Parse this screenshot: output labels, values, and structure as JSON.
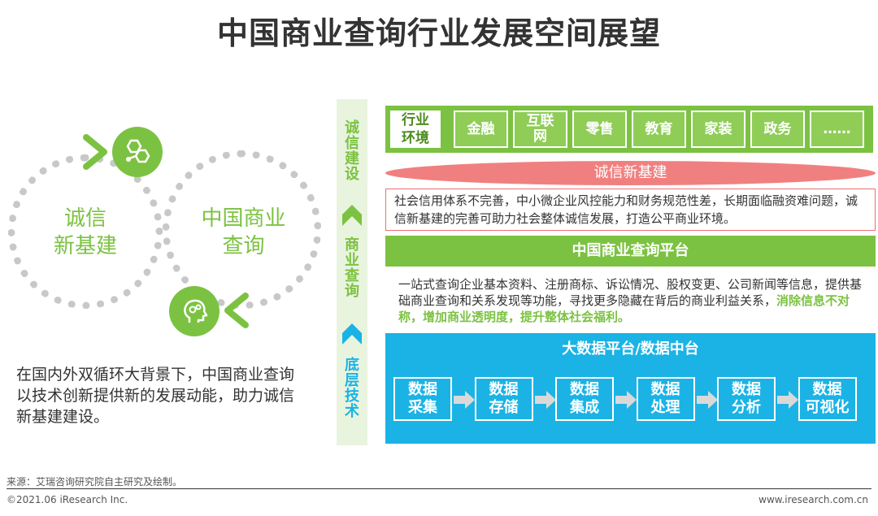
{
  "title": "中国商业查询行业发展空间展望",
  "cycle": {
    "left_text": "诚信\n新基建",
    "right_text": "中国商业\n查询",
    "icons": [
      "hexagon-network-icon",
      "head-gears-icon"
    ]
  },
  "description": "在国内外双循环大背景下，中国商业查询以技术创新提供新的发展动能，助力诚信新基建建设。",
  "vertical_labels": {
    "top": "诚信建设",
    "middle": "商业查询",
    "bottom": "底层技术"
  },
  "environment": {
    "label": "行业环境",
    "items": [
      "金融",
      "互联网",
      "零售",
      "教育",
      "家装",
      "政务",
      "……"
    ]
  },
  "credit_infra": {
    "label": "诚信新基建",
    "text": "社会信用体系不完善，中小微企业风控能力和财务规范性差，长期面临融资难问题，诚信新基建的完善可助力社会整体诚信发展，打造公平商业环境。"
  },
  "platform": {
    "label": "中国商业查询平台",
    "text": "一站式查询企业基本资料、注册商标、诉讼情况、股权变更、公司新闻等信息，提供基础商业查询和关系发现等功能，寻找更多隐藏在背后的商业利益关系，",
    "highlight": "消除信息不对称，增加商业透明度，提升整体社会福利。"
  },
  "bigdata": {
    "label": "大数据平台/数据中台",
    "steps": [
      "数据采集",
      "数据存储",
      "数据集成",
      "数据处理",
      "数据分析",
      "数据可视化"
    ]
  },
  "footer": {
    "source": "来源：艾瑞咨询研究院自主研究及绘制。",
    "copyright": "©2021.06 iResearch Inc.",
    "site": "www.iresearch.com.cn"
  },
  "colors": {
    "green": "#7cc242",
    "blue": "#1bb3e5",
    "red": "#f08080",
    "gray_dots": "#c8c8c8"
  }
}
